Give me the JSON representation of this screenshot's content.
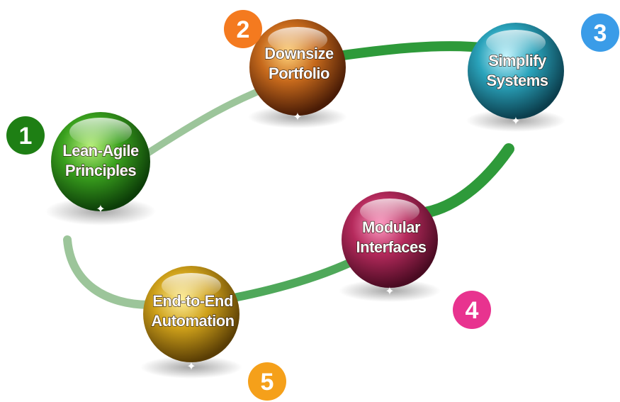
{
  "steps": [
    {
      "number": "1",
      "line1": "Lean-Agile",
      "line2": "Principles",
      "color": "#2e8b1e",
      "badge_color": "#1e7f14"
    },
    {
      "number": "2",
      "line1": "Downsize",
      "line2": "Portfolio",
      "color": "#b8561a",
      "badge_color": "#f47a1f"
    },
    {
      "number": "3",
      "line1": "Simplify",
      "line2": "Systems",
      "color": "#1f8fa6",
      "badge_color": "#3a9ce8"
    },
    {
      "number": "4",
      "line1": "Modular",
      "line2": "Interfaces",
      "color": "#a1234f",
      "badge_color": "#e8338f"
    },
    {
      "number": "5",
      "line1": "End-to-End",
      "line2": "Automation",
      "color": "#c99a14",
      "badge_color": "#f5a01a"
    }
  ],
  "path_colors": {
    "light": "#9cc59a",
    "dark": "#2e9a3a"
  }
}
